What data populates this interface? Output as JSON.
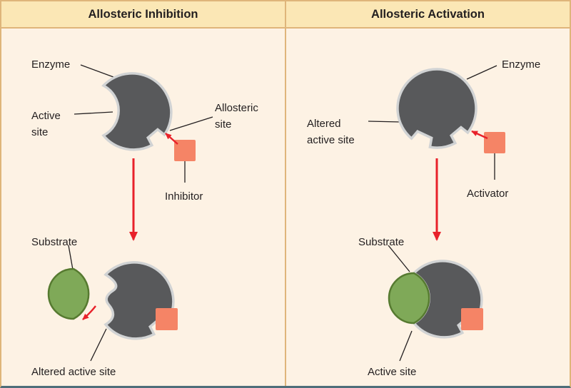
{
  "figure": {
    "headers": {
      "inhibition": "Allosteric Inhibition",
      "activation": "Allosteric Activation"
    },
    "inhibition_panel": {
      "enzyme": "Enzyme",
      "active_site": "Active site",
      "allosteric_site": "Allosteric site",
      "inhibitor": "Inhibitor",
      "substrate": "Substrate",
      "altered_active_site": "Altered active site"
    },
    "activation_panel": {
      "enzyme": "Enzyme",
      "altered_active_site": "Altered active site",
      "activator": "Activator",
      "substrate": "Substrate",
      "active_site": "Active site"
    }
  },
  "colors": {
    "background": "#fdf2e4",
    "header_background": "#fbe7b5",
    "border": "#dfb57a",
    "bottom_rule": "#4e6e79",
    "text": "#231f20",
    "enzyme": "#58595b",
    "enzyme_outline": "#d1d3d4",
    "ligand_square": "#f58466",
    "substrate": "#7fa958",
    "substrate_outline": "#567a30",
    "arrow": "#e8212a"
  }
}
